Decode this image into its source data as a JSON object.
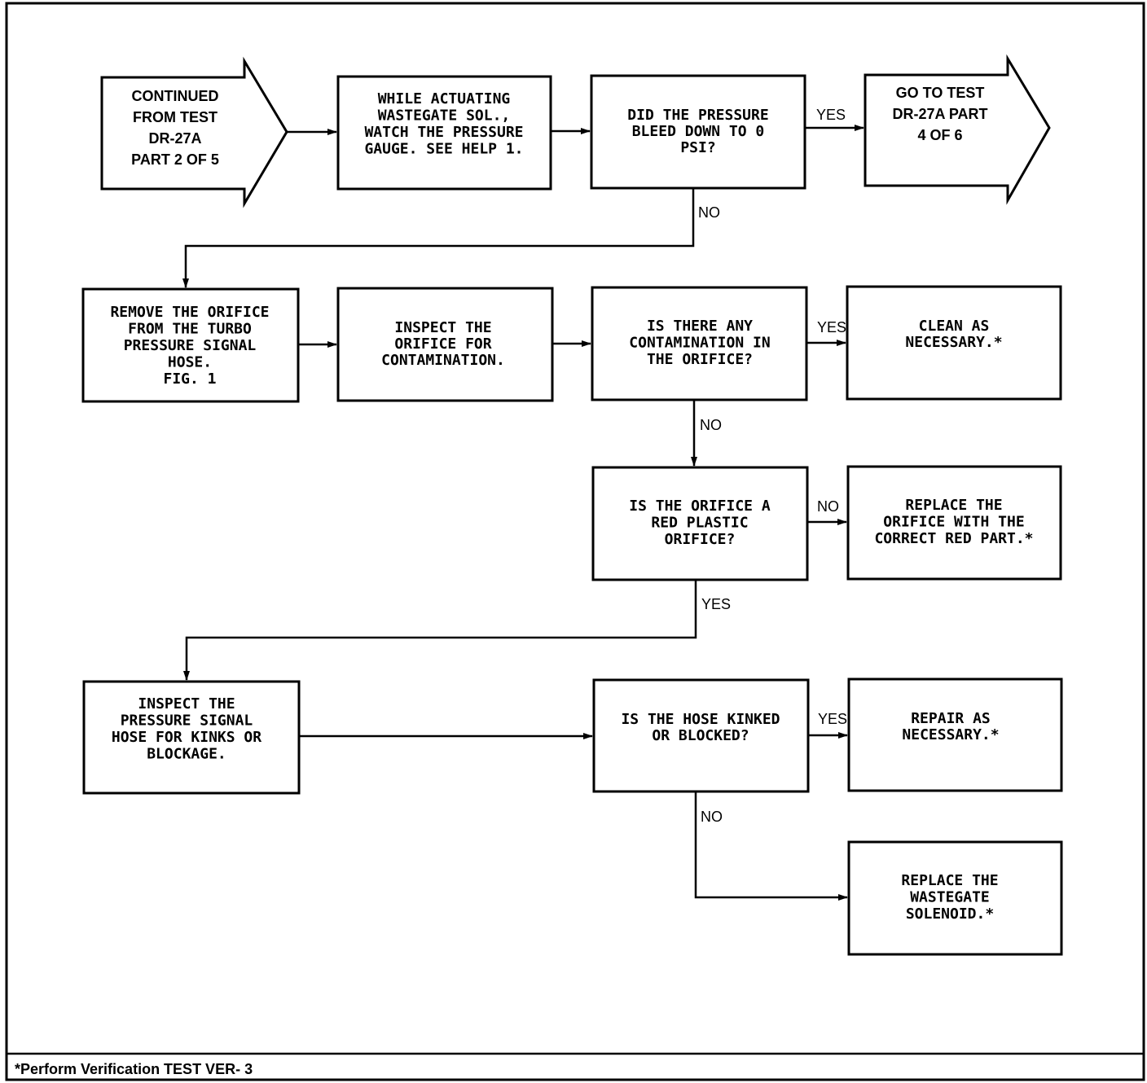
{
  "nodes": {
    "start": {
      "lines": [
        "CONTINUED",
        "FROM TEST",
        "DR-27A",
        "PART 2 OF 5"
      ]
    },
    "watch": {
      "lines": [
        "WHILE ACTUATING",
        "WASTEGATE SOL.,",
        "WATCH THE PRESSURE",
        "GAUGE. SEE HELP 1."
      ]
    },
    "bleed": {
      "lines": [
        "DID THE PRESSURE",
        "BLEED DOWN TO 0",
        "PSI?"
      ]
    },
    "goto": {
      "lines": [
        "GO TO TEST",
        "DR-27A PART",
        "4 OF 6"
      ]
    },
    "remove": {
      "lines": [
        "REMOVE THE ORIFICE",
        "FROM THE TURBO",
        "PRESSURE SIGNAL",
        "HOSE.",
        "FIG. 1"
      ]
    },
    "inspect": {
      "lines": [
        "INSPECT THE",
        "ORIFICE FOR",
        "CONTAMINATION."
      ]
    },
    "contam": {
      "lines": [
        "IS THERE ANY",
        "CONTAMINATION IN",
        "THE ORIFICE?"
      ]
    },
    "clean": {
      "lines": [
        "CLEAN AS",
        "NECESSARY.*"
      ]
    },
    "red": {
      "lines": [
        "IS THE ORIFICE A",
        "RED PLASTIC",
        "ORIFICE?"
      ]
    },
    "replaceor": {
      "lines": [
        "REPLACE THE",
        "ORIFICE WITH THE",
        "CORRECT RED PART.*"
      ]
    },
    "hose": {
      "lines": [
        "INSPECT THE",
        "PRESSURE SIGNAL",
        "HOSE FOR KINKS OR",
        "BLOCKAGE."
      ]
    },
    "kinked": {
      "lines": [
        "IS THE HOSE KINKED",
        "OR BLOCKED?"
      ]
    },
    "repair": {
      "lines": [
        "REPAIR AS",
        "NECESSARY.*"
      ]
    },
    "replacews": {
      "lines": [
        "REPLACE THE",
        "WASTEGATE",
        "SOLENOID.*"
      ]
    }
  },
  "edge_labels": {
    "bleed_yes": "YES",
    "bleed_no": "NO",
    "contam_yes": "YES",
    "contam_no": "NO",
    "red_no": "NO",
    "red_yes": "YES",
    "kinked_yes": "YES",
    "kinked_no": "NO"
  },
  "footer": "*Perform Verification TEST VER- 3"
}
